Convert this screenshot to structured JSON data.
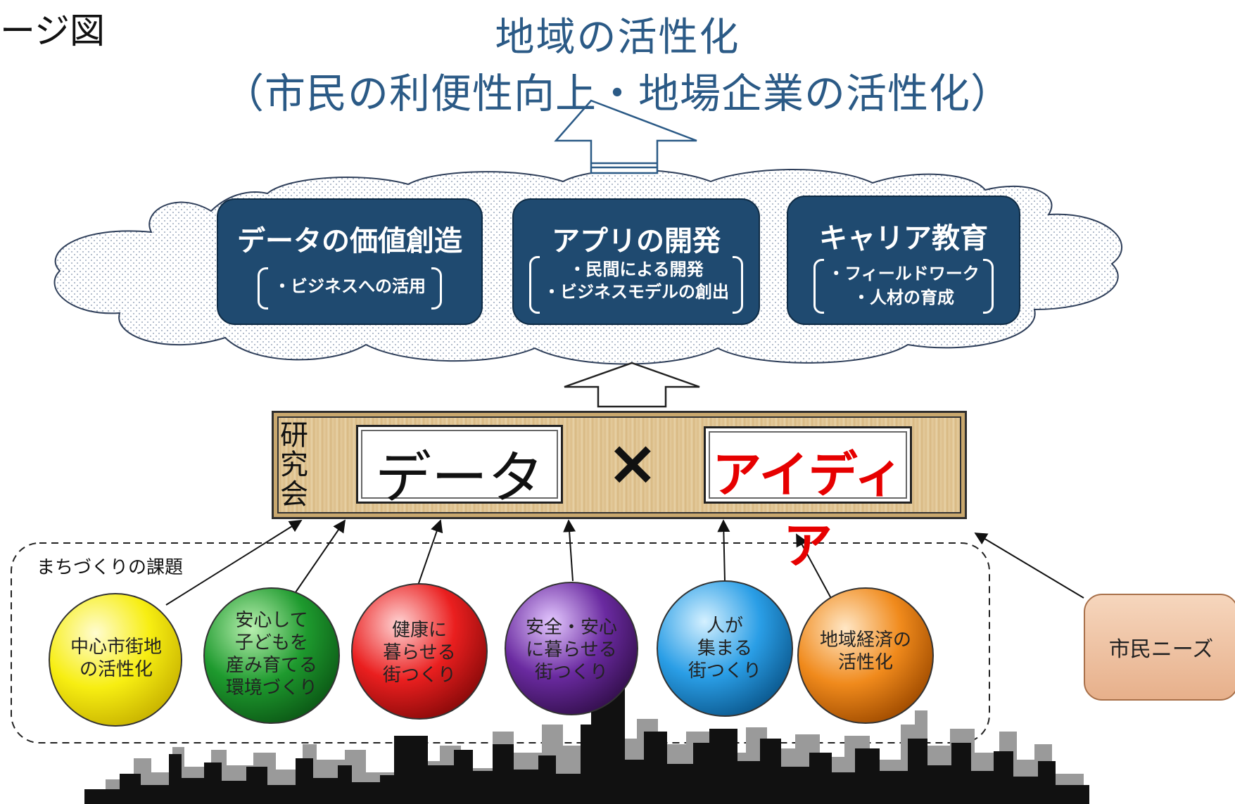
{
  "corner_title": "ージ図",
  "goal": {
    "line1": "地域の活性化",
    "line2": "（市民の利便性向上・地場企業の活性化）"
  },
  "boxes": [
    {
      "title": "データの価値創造",
      "lines": [
        "・ビジネスへの活用"
      ]
    },
    {
      "title": "アプリの開発",
      "lines": [
        "・民間による開発",
        "・ビジネスモデルの創出"
      ]
    },
    {
      "title": "キャリア教育",
      "lines": [
        "・フィールドワーク",
        "・人材の育成"
      ]
    }
  ],
  "lab": {
    "label": "研究会",
    "data_word": "データ",
    "times": "×",
    "idea_word": "アイディア"
  },
  "issues": {
    "label": "まちづくりの課題",
    "items": [
      {
        "text": "中心市街地\nの活性化",
        "color": "#f7ee12"
      },
      {
        "text": "安心して\n子どもを\n産み育てる\n環境づくり",
        "color": "#1e9a2e"
      },
      {
        "text": "健康に\n暮らせる\n街つくり",
        "color": "#ea1f1f"
      },
      {
        "text": "安全・安心\nに暮らせる\n街つくり",
        "color": "#6a2aa0"
      },
      {
        "text": "人が\n集まる\n街つくり",
        "color": "#2a9ee6"
      },
      {
        "text": "地域経済の\n活性化",
        "color": "#f08a1c"
      }
    ]
  },
  "needs": {
    "label": "市民ニーズ"
  },
  "colors": {
    "box_fill": "#1f4a70",
    "goal_text": "#2b5a86",
    "idea_text": "#e60000"
  }
}
